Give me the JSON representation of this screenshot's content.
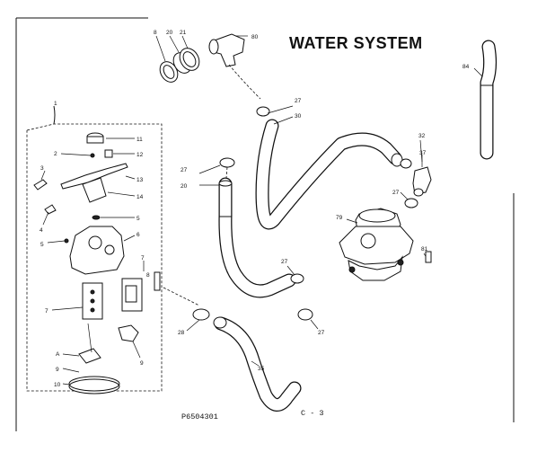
{
  "title": "WATER SYSTEM",
  "figure_code": "P6504301",
  "page_ref": "C - 3",
  "part_labels": {
    "p8": "8",
    "p20a": "20",
    "p21": "21",
    "p80": "80",
    "p27a": "27",
    "p30": "30",
    "p84": "84",
    "p32": "32",
    "p37": "37",
    "p27b": "27",
    "p27c": "27",
    "p20b": "20",
    "p79": "79",
    "p81": "81",
    "p27d": "27",
    "p27e": "27",
    "p28": "28",
    "p35": "35",
    "b1": "1",
    "b11": "11",
    "b2": "2",
    "b12": "12",
    "b3": "3",
    "b13": "13",
    "b14": "14",
    "b5a": "5",
    "b4": "4",
    "b5b": "5",
    "b6": "6",
    "b7a": "7",
    "b7b": "7",
    "b8": "8",
    "b9": "9",
    "bA": "A",
    "b9b": "9",
    "b10": "10"
  }
}
